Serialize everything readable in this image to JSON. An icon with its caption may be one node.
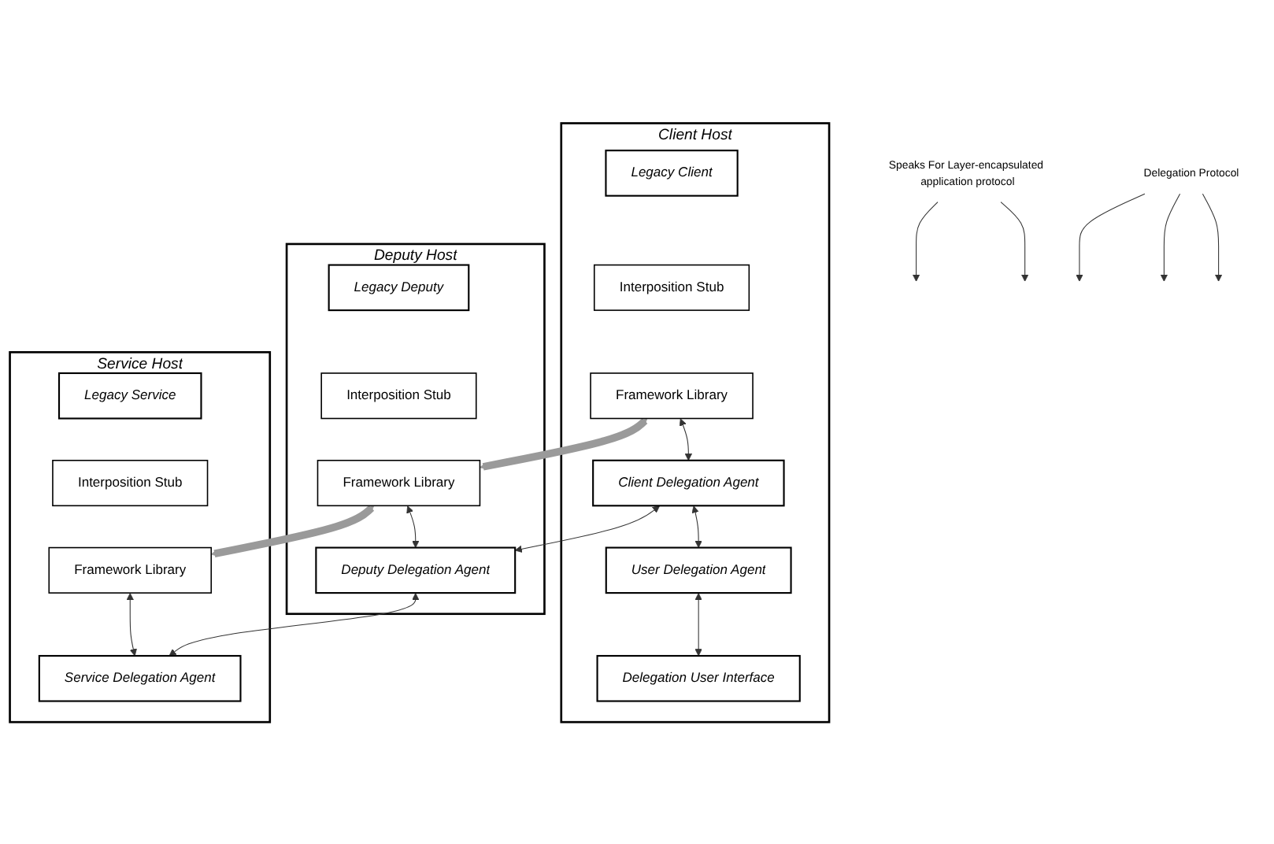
{
  "diagram": {
    "nodes": [
      {
        "text": [
          "Client Host"
        ]
      },
      {
        "text": [
          "Legacy Client"
        ],
        "in": 0
      },
      {
        "text": [
          "Interposition Stub"
        ],
        "in": 0
      },
      {
        "text": [
          "Framework Library"
        ],
        "in": 0
      },
      {
        "text": [
          "Client Delegation Agent"
        ],
        "in": 0
      },
      {
        "text": [
          "User Delegation Agent"
        ],
        "in": 0
      },
      {
        "text": [
          "Delegation User Interface"
        ],
        "in": 0
      },
      {
        "text": [
          "Deputy Host"
        ]
      },
      {
        "text": [
          "Legacy Deputy"
        ],
        "in": 7
      },
      {
        "text": [
          "Interposition Stub"
        ],
        "in": 7
      },
      {
        "text": [
          "Framework Library"
        ],
        "in": 7
      },
      {
        "text": [
          "Deputy Delegation Agent"
        ],
        "in": 7
      },
      {
        "text": [
          "Service Host"
        ]
      },
      {
        "text": [
          "Legacy Service"
        ],
        "in": 12
      },
      {
        "text": [
          "Interposition Stub"
        ],
        "in": 12
      },
      {
        "text": [
          "Framework Library"
        ],
        "in": 12
      },
      {
        "text": [
          "Service Delegation Agent"
        ],
        "in": 12
      },
      {
        "text": [
          "Speaks For Layer-encapsulated application protocol"
        ]
      },
      {
        "text": [
          "Delegation Protocol"
        ]
      }
    ],
    "edges": [
      {
        "from": 3,
        "to": 10,
        "arrow": "both",
        "style": "thick",
        "color": "#9a9a9a"
      },
      {
        "from": 10,
        "to": 15,
        "arrow": "both",
        "style": "thick",
        "color": "#9a9a9a"
      },
      {
        "from": 3,
        "to": 4,
        "arrow": "both"
      },
      {
        "from": 10,
        "to": 11,
        "arrow": "both"
      },
      {
        "from": 15,
        "to": 16,
        "arrow": "both"
      },
      {
        "from": 4,
        "to": 11,
        "arrow": "both"
      },
      {
        "from": 11,
        "to": 16,
        "arrow": "both"
      },
      {
        "from": 4,
        "to": 5,
        "arrow": "both"
      },
      {
        "from": 5,
        "to": 6,
        "arrow": "both"
      },
      {
        "from": 17,
        "to": null,
        "arrow": "to"
      },
      {
        "from": 17,
        "to": null,
        "arrow": "to"
      },
      {
        "from": 18,
        "to": null,
        "arrow": "to"
      },
      {
        "from": 18,
        "to": null,
        "arrow": "to"
      },
      {
        "from": 18,
        "to": null,
        "arrow": "to"
      }
    ]
  }
}
